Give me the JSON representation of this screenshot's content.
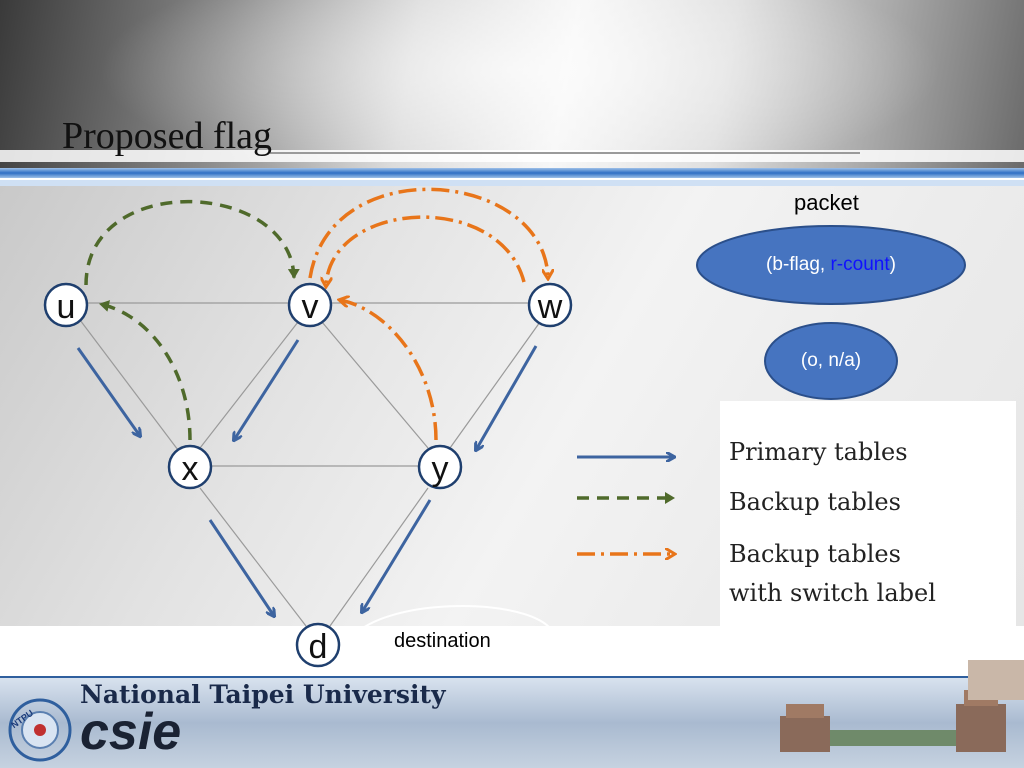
{
  "slide": {
    "title": "Proposed flag",
    "footer": {
      "university": "National Taipei University",
      "department": "csie",
      "logo_text": "NTPU"
    }
  },
  "graph": {
    "nodes": [
      {
        "id": "u",
        "label": "u"
      },
      {
        "id": "v",
        "label": "v"
      },
      {
        "id": "w",
        "label": "w"
      },
      {
        "id": "x",
        "label": "x"
      },
      {
        "id": "y",
        "label": "y"
      },
      {
        "id": "d",
        "label": "d"
      }
    ],
    "edges": [
      [
        "u",
        "v"
      ],
      [
        "v",
        "w"
      ],
      [
        "u",
        "x"
      ],
      [
        "v",
        "x"
      ],
      [
        "v",
        "y"
      ],
      [
        "w",
        "y"
      ],
      [
        "x",
        "y"
      ],
      [
        "x",
        "d"
      ],
      [
        "y",
        "d"
      ]
    ],
    "primary_arrows": [
      [
        "u",
        "x"
      ],
      [
        "v",
        "x"
      ],
      [
        "w",
        "y"
      ],
      [
        "x",
        "d"
      ],
      [
        "y",
        "d"
      ]
    ],
    "backup_arrows": [
      [
        "u",
        "v"
      ],
      [
        "x",
        "u"
      ]
    ],
    "switch_label_arrows": [
      [
        "v",
        "w"
      ],
      [
        "w",
        "v"
      ],
      [
        "y",
        "v"
      ]
    ],
    "destination_label": "destination"
  },
  "packet": {
    "label": "packet",
    "flag_text": "(b-flag, ",
    "count_text": "r-count",
    "close_text": ")",
    "values_text": "(o, n/a)"
  },
  "legend": [
    {
      "style": "primary",
      "label": "Primary tables"
    },
    {
      "style": "backup",
      "label": "Backup tables"
    },
    {
      "style": "switch",
      "label_line1": "Backup tables",
      "label_line2": "with switch label"
    }
  ],
  "colors": {
    "primary": "#3d64a0",
    "backup": "#4f6a2b",
    "switch": "#e8751a",
    "ellipse_fill": "#4674c0",
    "ellipse_stroke": "#2b4f8a",
    "count_text": "#1010ff"
  }
}
